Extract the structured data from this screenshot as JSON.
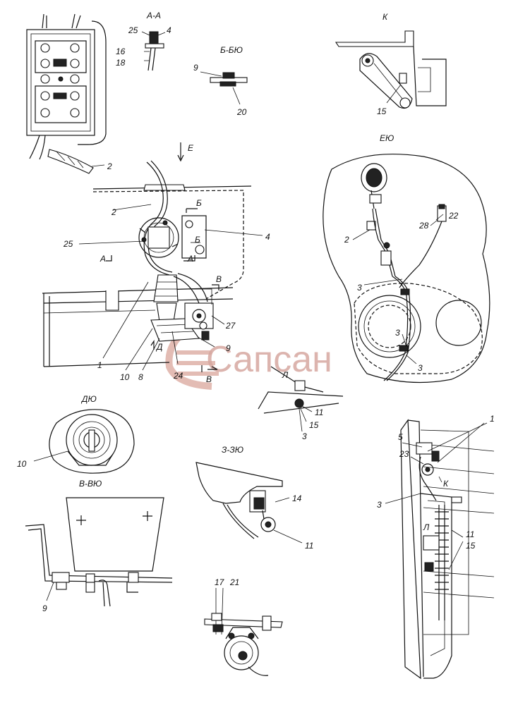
{
  "sections": {
    "aa": "А-А",
    "bb": "Б-БЮ",
    "k": "К",
    "e_arrow": "Е",
    "eo": "ЕЮ",
    "l": "Л",
    "do": "ДЮ",
    "vv": "В-ВЮ",
    "zz": "З-ЗЮ"
  },
  "main_marks": {
    "a_left": "А",
    "a_right": "А",
    "b_top": "Б",
    "b_bottom": "Б",
    "v_top": "В",
    "v_bottom": "В",
    "d": "Д"
  },
  "callouts": {
    "aa_25": "25",
    "aa_4": "4",
    "aa_16": "16",
    "aa_18": "18",
    "bb_9": "9",
    "bb_20": "20",
    "k_15": "15",
    "top_2": "2",
    "main_2": "2",
    "main_4": "4",
    "main_25": "25",
    "main_27": "27",
    "main_9": "9",
    "main_1": "1",
    "main_10": "10",
    "main_8": "8",
    "main_24": "24",
    "eo_22": "22",
    "eo_28": "28",
    "eo_2": "2",
    "eo_3a": "3",
    "eo_3b": "3",
    "eo_3c": "3",
    "l_11": "11",
    "l_15": "15",
    "l_3": "3",
    "do_10": "10",
    "zz_14": "14",
    "zz_11": "11",
    "vv_9": "9",
    "bot_17": "17",
    "bot_21": "21",
    "r_5": "5",
    "r_23": "23",
    "r_3": "3",
    "r_k": "К",
    "r_l": "Л",
    "r_11a": "1",
    "r_11b": "11",
    "r_15": "15"
  },
  "watermark": {
    "text": "Сапсан",
    "color": "#d7a8a0"
  }
}
